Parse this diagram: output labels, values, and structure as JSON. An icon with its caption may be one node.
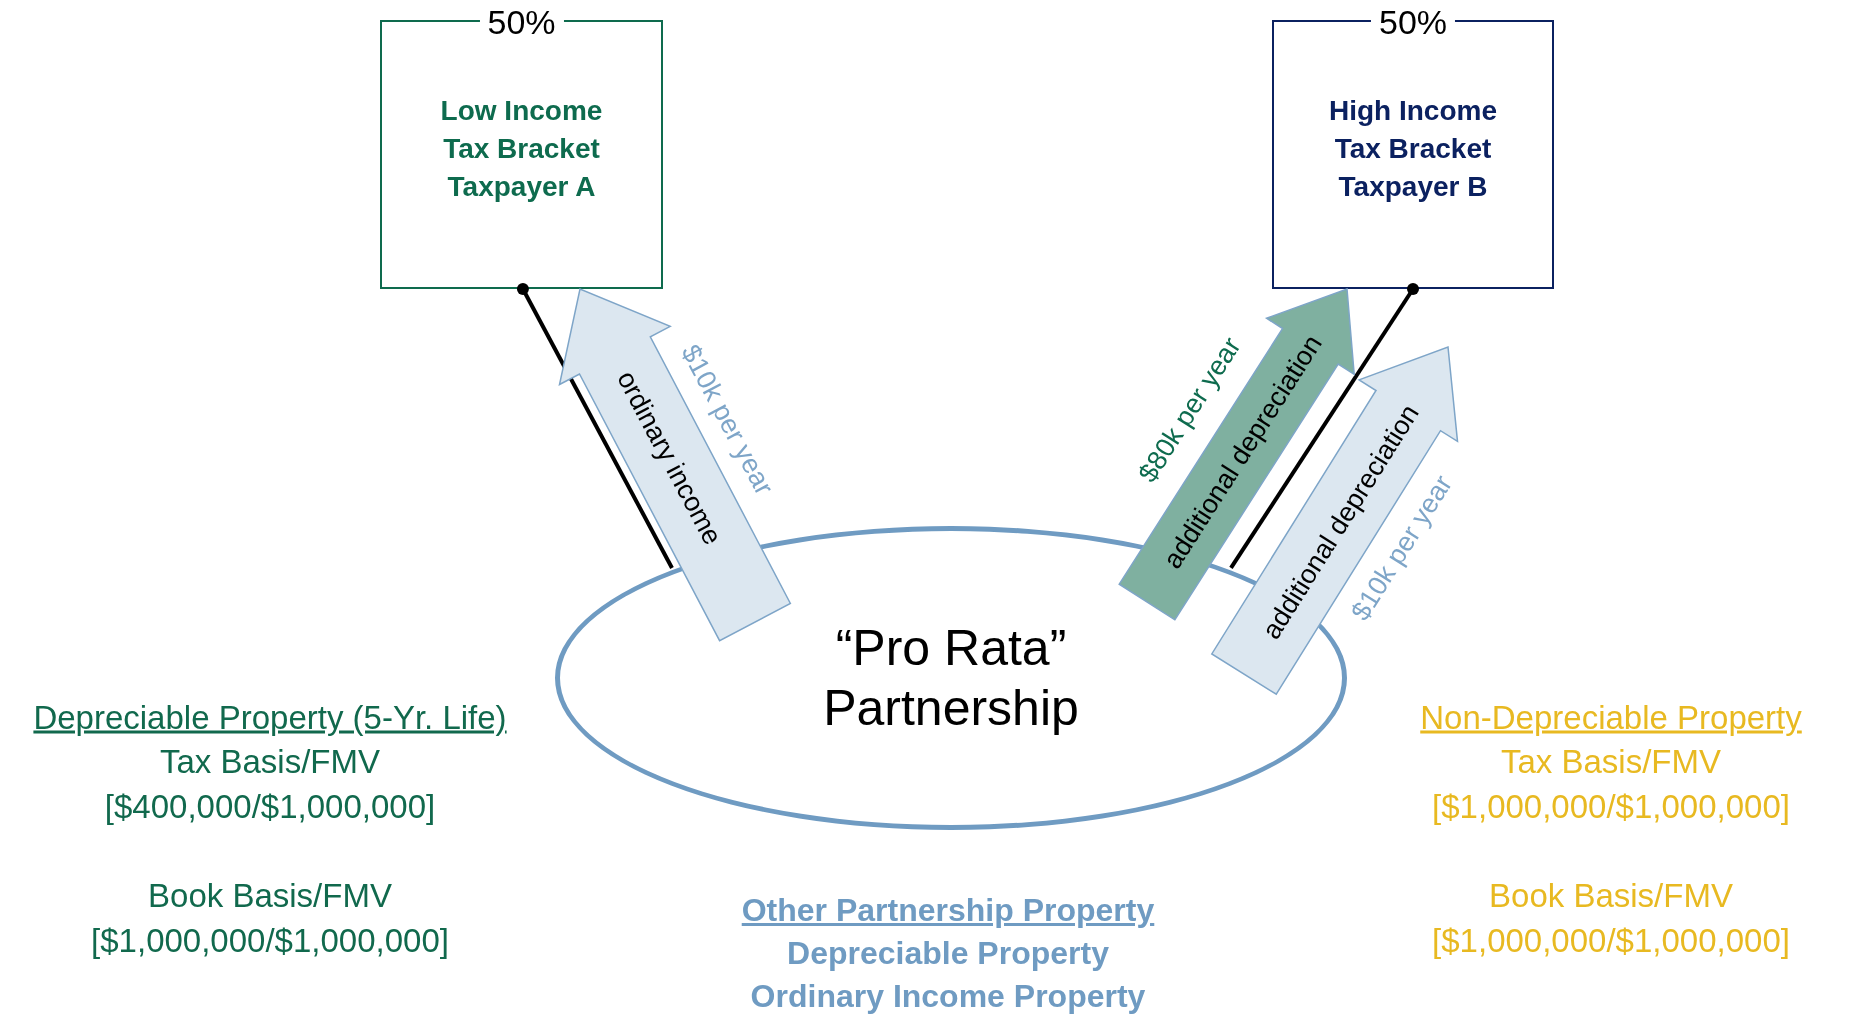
{
  "diagram": {
    "nodes": [
      {
        "text": [
          "50%",
          "Low Income Tax Bracket Taxpayer A"
        ]
      },
      {
        "text": [
          "50%",
          "High Income Tax Bracket Taxpayer B"
        ]
      },
      {
        "text": [
          "“Pro Rata” Partnership"
        ]
      }
    ],
    "edges": [
      {
        "from": 0,
        "to": 2,
        "arrow": "other"
      },
      {
        "from": 1,
        "to": 2,
        "arrow": "other"
      },
      {
        "from": 2,
        "to": 0,
        "arrow": "to",
        "label": "ordinary income",
        "style": "thick",
        "color": "#dce7f0"
      },
      {
        "from": 2,
        "to": 1,
        "arrow": "to",
        "label": "additional depreciation",
        "style": "thick",
        "color": "#7fb0a0"
      },
      {
        "from": 2,
        "to": 1,
        "arrow": "to",
        "label": "additional depreciation",
        "style": "thick",
        "color": "#dce7f0"
      }
    ],
    "labels": [
      "$10k per year",
      "$80k per year",
      "$10k per year",
      "Depreciable Property (5-Yr. Life)",
      "Tax Basis/FMV",
      "[$400,000/$1,000,000]",
      "Book Basis/FMV",
      "[$1,000,000/$1,000,000]",
      "Non-Depreciable Property",
      "Tax Basis/FMV",
      "[$1,000,000/$1,000,000]",
      "Book Basis/FMV",
      "[$1,000,000/$1,000,000]",
      "Other Partnership Property",
      "Depreciable Property",
      "Ordinary Income Property"
    ]
  }
}
